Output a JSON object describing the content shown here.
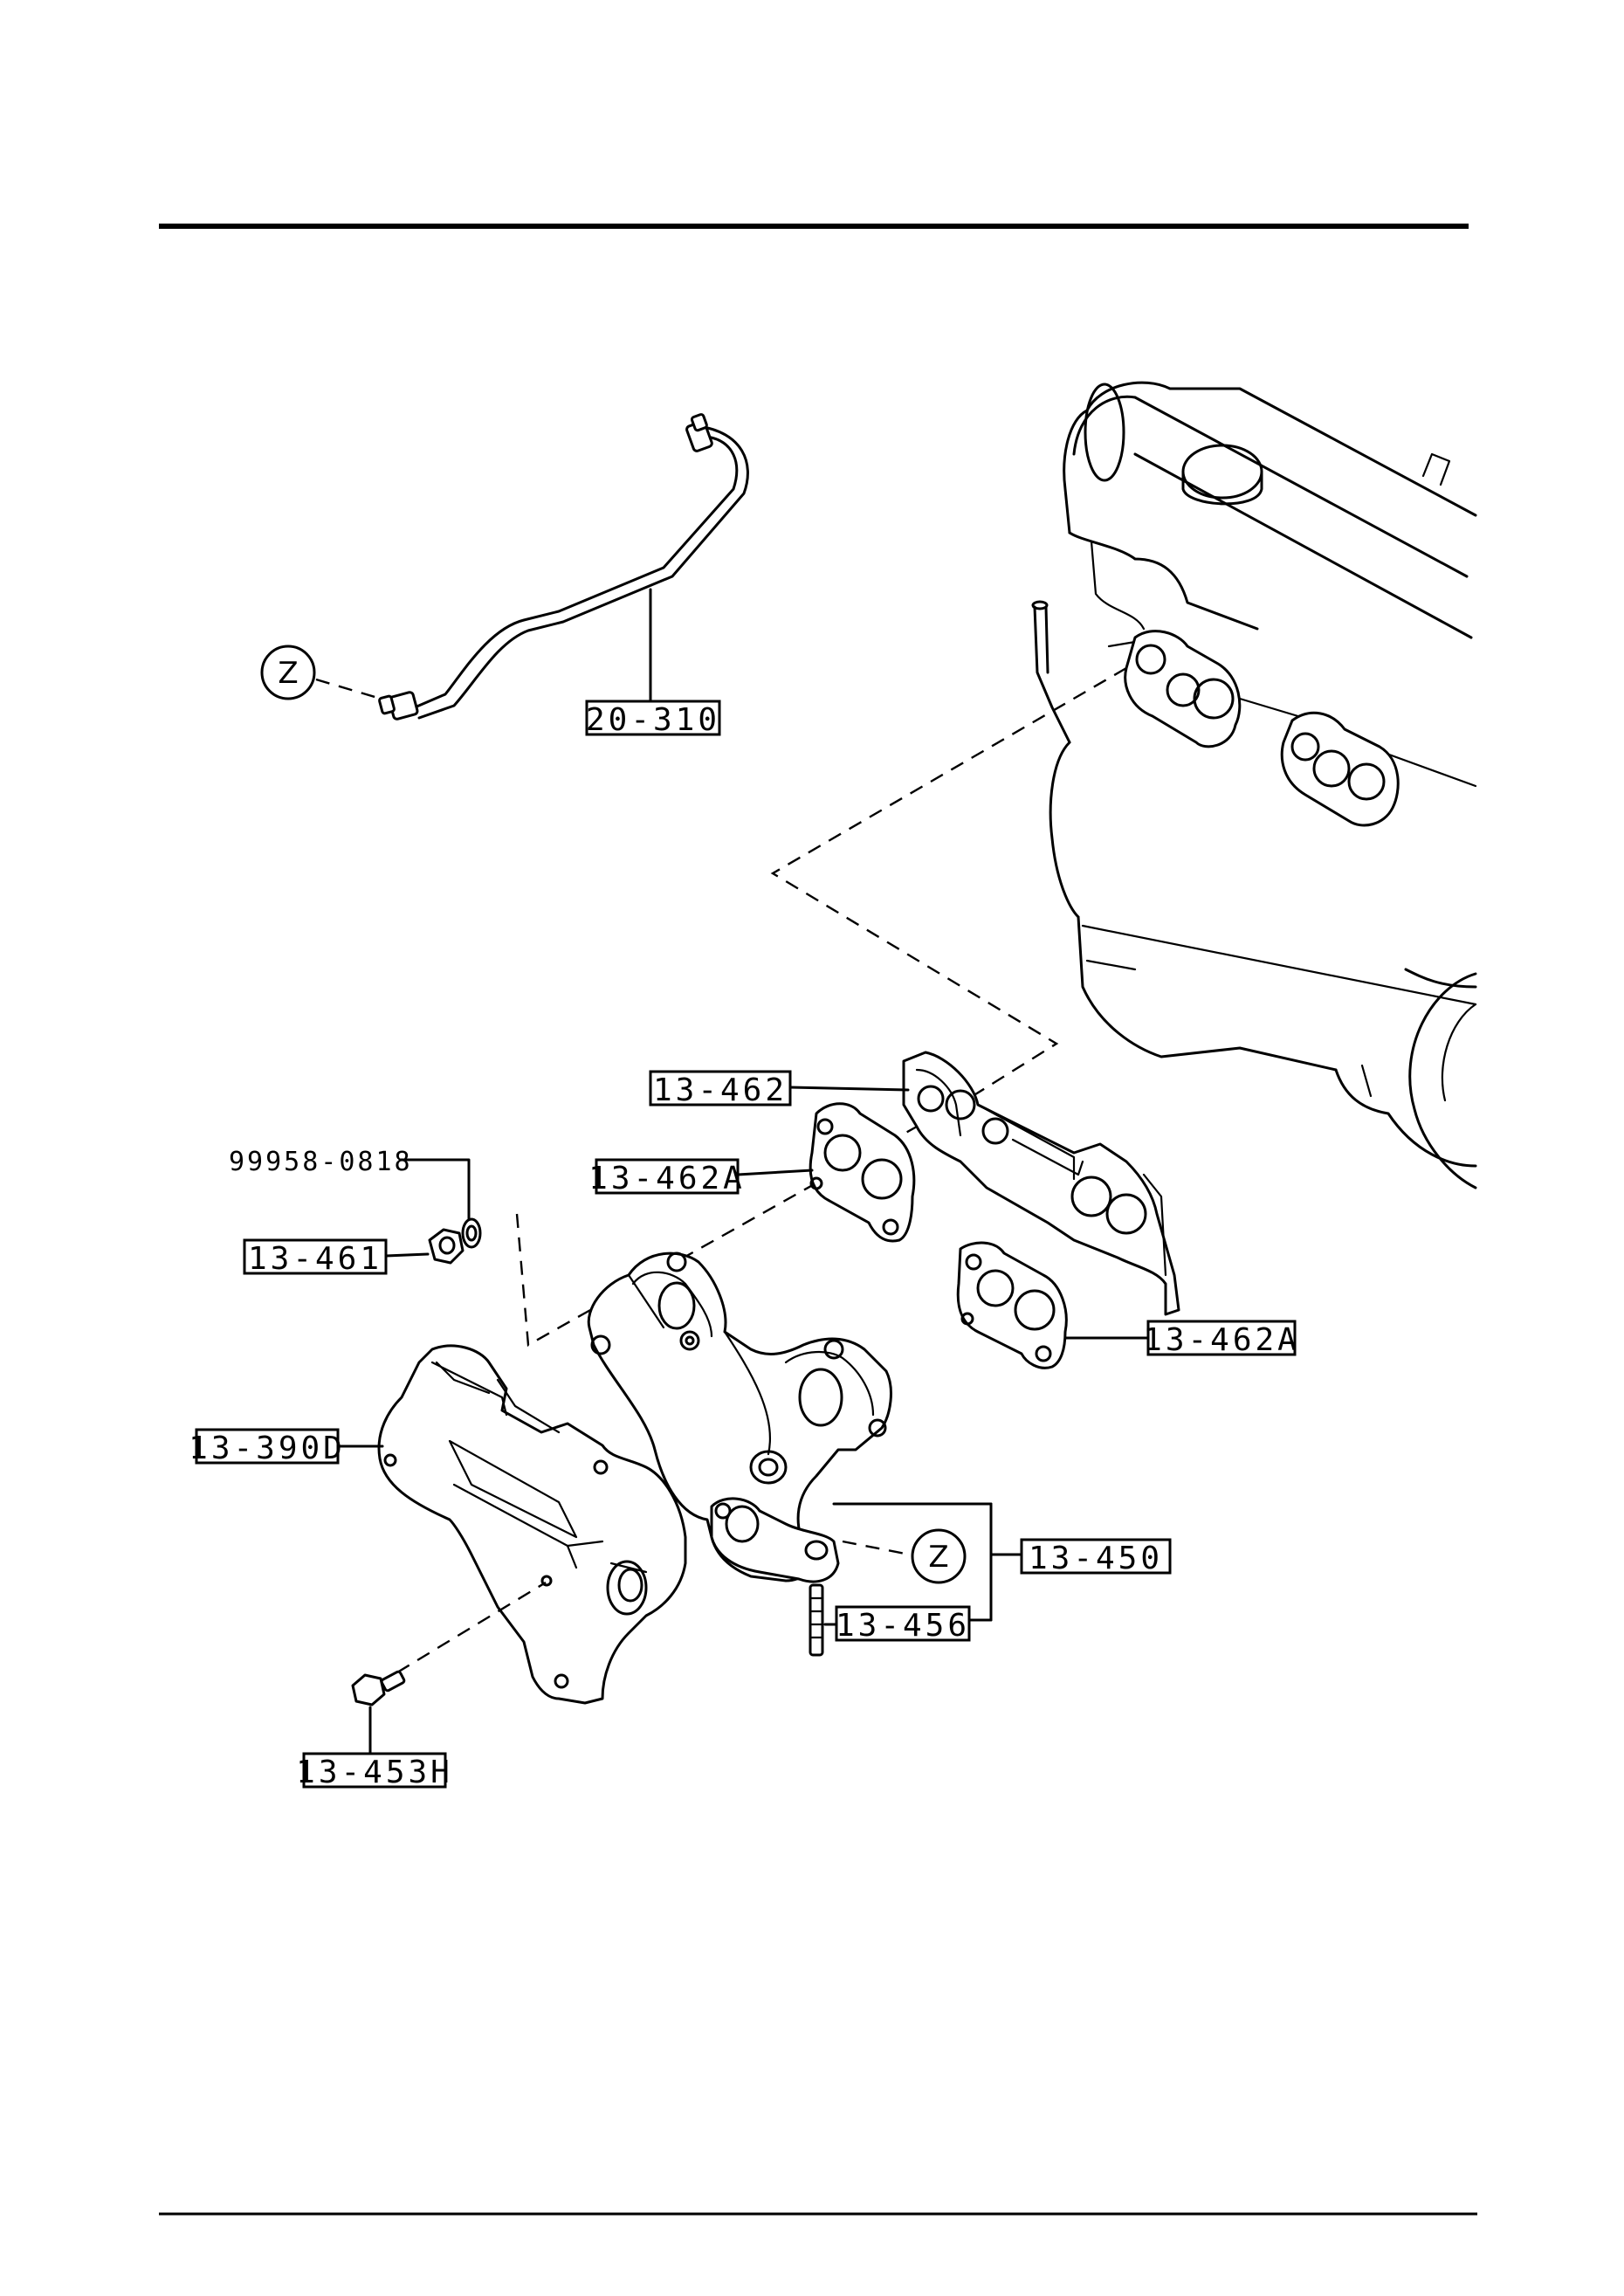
{
  "diagram": {
    "part_labels": [
      {
        "id": "l-20-310",
        "text": "20-310"
      },
      {
        "id": "l-13-462",
        "text": "13-462"
      },
      {
        "id": "l-13-462a-1",
        "text": "13-462A"
      },
      {
        "id": "l-13-461",
        "text": "13-461"
      },
      {
        "id": "l-13-462a-2",
        "text": "13-462A"
      },
      {
        "id": "l-13-390d",
        "text": "13-390D"
      },
      {
        "id": "l-13-450",
        "text": "13-450"
      },
      {
        "id": "l-13-456",
        "text": "13-456"
      },
      {
        "id": "l-13-453h",
        "text": "13-453H"
      }
    ],
    "plain_labels": [
      {
        "id": "p-99958",
        "text": "99958-0818"
      }
    ],
    "ref_markers": [
      {
        "id": "z1",
        "text": "Z"
      },
      {
        "id": "z2",
        "text": "Z"
      }
    ]
  }
}
